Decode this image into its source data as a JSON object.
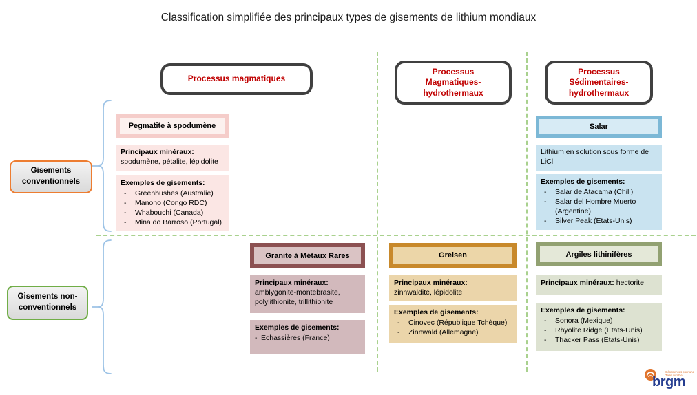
{
  "title": "Classification simplifiée des principaux types de gisements de lithium mondiaux",
  "process_headers": [
    {
      "label": "Processus magmatiques"
    },
    {
      "label": "Processus Magmatiques-hydrothermaux"
    },
    {
      "label": "Processus Sédimentaires-hydrothermaux"
    }
  ],
  "row_labels": [
    {
      "label": "Gisements conventionnels"
    },
    {
      "label": "Gisements non-conventionnels"
    }
  ],
  "boxes": {
    "pegmatite": {
      "title": "Pegmatite à spodumène",
      "minerals_label": "Principaux minéraux:",
      "minerals": "spodumène, pétalite, lépidolite",
      "examples_label": "Exemples de gisements:",
      "examples": [
        "Greenbushes (Australie)",
        "Manono (Congo RDC)",
        "Whabouchi (Canada)",
        "Mina do Barroso (Portugal)"
      ]
    },
    "salar": {
      "title": "Salar",
      "description": "Lithium en solution sous forme de LiCl",
      "examples_label": "Exemples de gisements:",
      "examples": [
        "Salar de Atacama (Chili)",
        "Salar del Hombre Muerto (Argentine)",
        "Silver Peak (Etats-Unis)"
      ]
    },
    "granite": {
      "title": "Granite à Métaux Rares",
      "minerals_label": "Principaux minéraux:",
      "minerals": "amblygonite-montebrasite, polylithionite, trillithionite",
      "examples_label": "Exemples de gisements:",
      "examples": [
        "Echassières (France)"
      ]
    },
    "greisen": {
      "title": "Greisen",
      "minerals_label": "Principaux minéraux:",
      "minerals": "zinnwaldite, lépidolite",
      "examples_label": "Exemples de gisements:",
      "examples": [
        "Cinovec (République Tchèque)",
        "Zinnwald (Allemagne)"
      ]
    },
    "argiles": {
      "title": "Argiles lithinifères",
      "minerals_label": "Principaux minéraux:",
      "minerals": "hectorite",
      "examples_label": "Exemples de gisements:",
      "examples": [
        "Sonora (Mexique)",
        "Rhyolite Ridge (Etats-Unis)",
        "Thacker Pass (Etats-Unis)"
      ]
    }
  },
  "colors": {
    "process_text_red": "#C00000",
    "process_border_gray": "#404040",
    "dashed_line_green": "#A9D18E",
    "brace_blue": "#9DC3E6",
    "conventional_border_orange": "#ED7D31",
    "nonconventional_border_green": "#70AD47",
    "pegmatite_pink": "#F5CDCA",
    "salar_blue": "#7CB8D6",
    "granite_maroon": "#8C5152",
    "greisen_gold": "#C8892B",
    "argiles_olive": "#92A172",
    "logo_orange": "#E0752E",
    "logo_blue": "#253D90"
  },
  "logo": {
    "name": "brgm",
    "tagline": "Géosciences pour une Terre durable"
  }
}
